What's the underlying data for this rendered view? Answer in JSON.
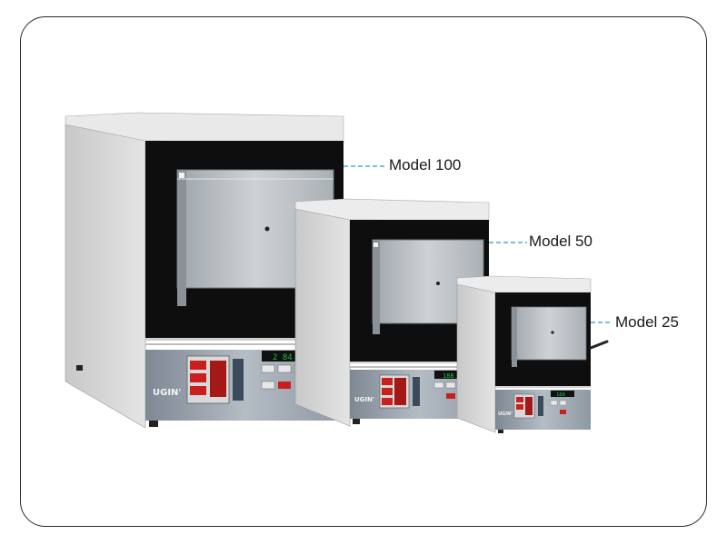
{
  "products": [
    {
      "id": "m100",
      "label": "Model 100",
      "display": "2 84"
    },
    {
      "id": "m50",
      "label": "Model 50",
      "display": "188"
    },
    {
      "id": "m25",
      "label": "Model 25",
      "display": "188"
    }
  ],
  "brand": "UGIN'",
  "colors": {
    "cabinet": "#dedede",
    "cabinet_side": "#b9b9b9",
    "door_dark": "#101010",
    "door_plate": "#b8bec2",
    "control_panel": "#9aa3ac",
    "leader_line": "#3fb6c9",
    "led_red": "#c9201d",
    "led_green": "#19c43a"
  }
}
